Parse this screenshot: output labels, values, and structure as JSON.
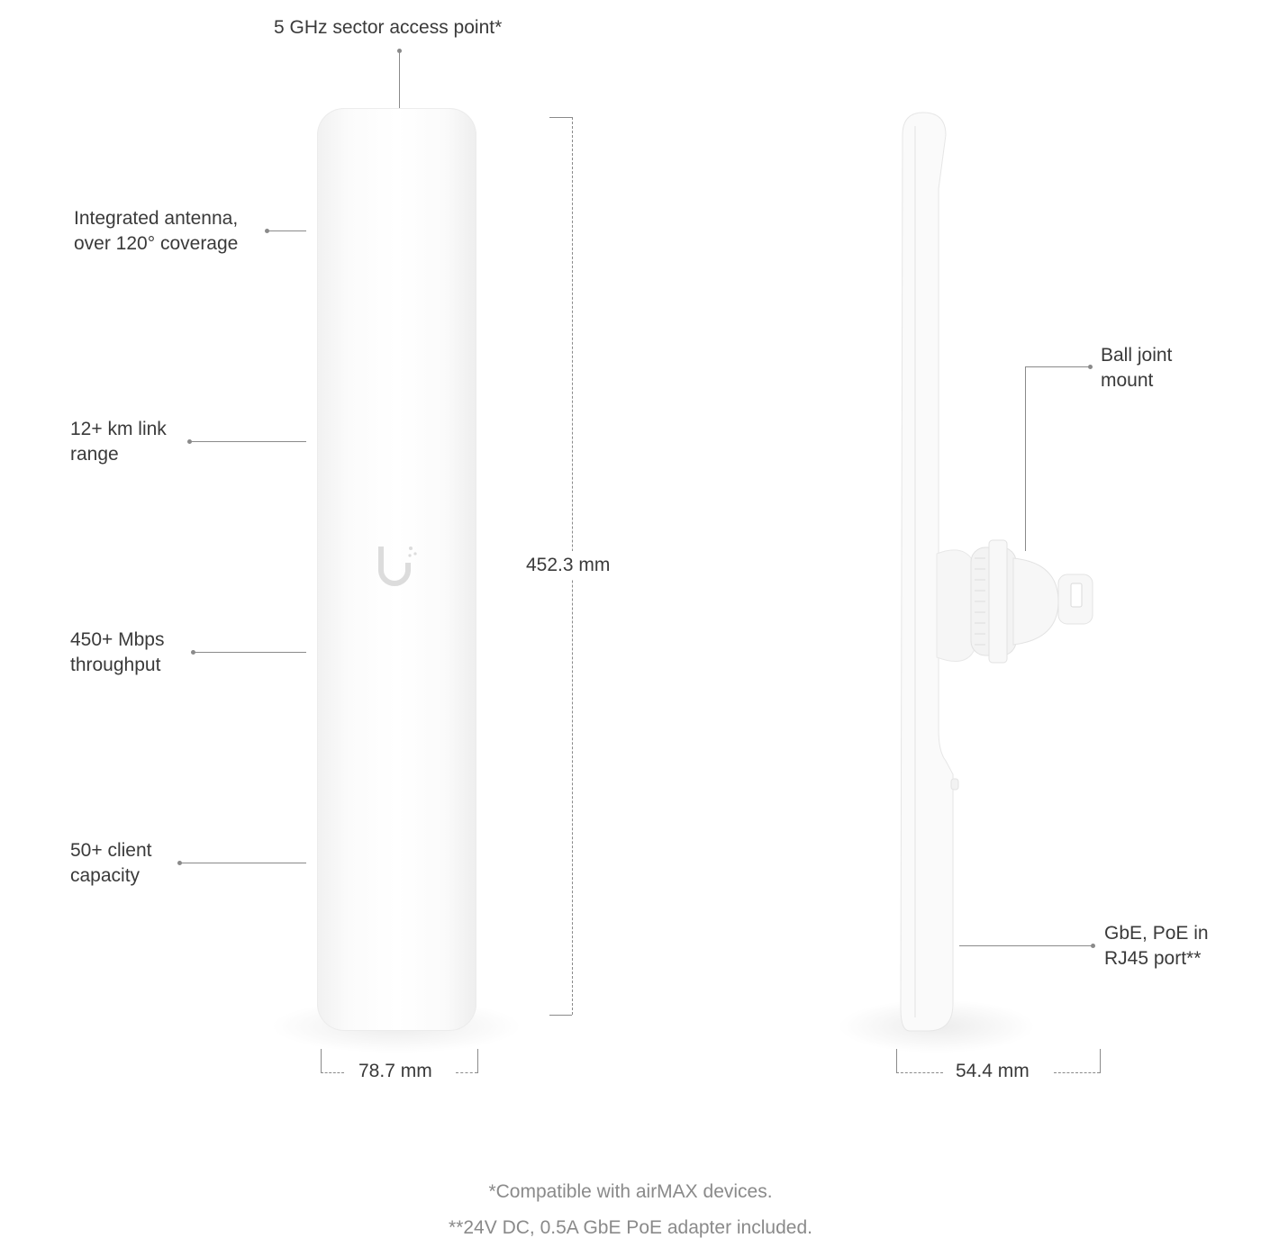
{
  "callouts": {
    "top": "5 GHz sector access point*",
    "antenna": [
      "Integrated antenna,",
      "over 120° coverage"
    ],
    "range": [
      "12+ km link",
      "range"
    ],
    "throughput": [
      "450+ Mbps",
      "throughput"
    ],
    "clients": [
      "50+ client",
      "capacity"
    ],
    "mount": [
      "Ball joint",
      "mount"
    ],
    "port": [
      "GbE, PoE in",
      "RJ45 port**"
    ]
  },
  "dimensions": {
    "height": "452.3 mm",
    "front_width": "78.7 mm",
    "side_depth": "54.4 mm"
  },
  "footnotes": [
    "*Compatible with airMAX devices.",
    "**24V DC, 0.5A GbE PoE adapter included."
  ]
}
